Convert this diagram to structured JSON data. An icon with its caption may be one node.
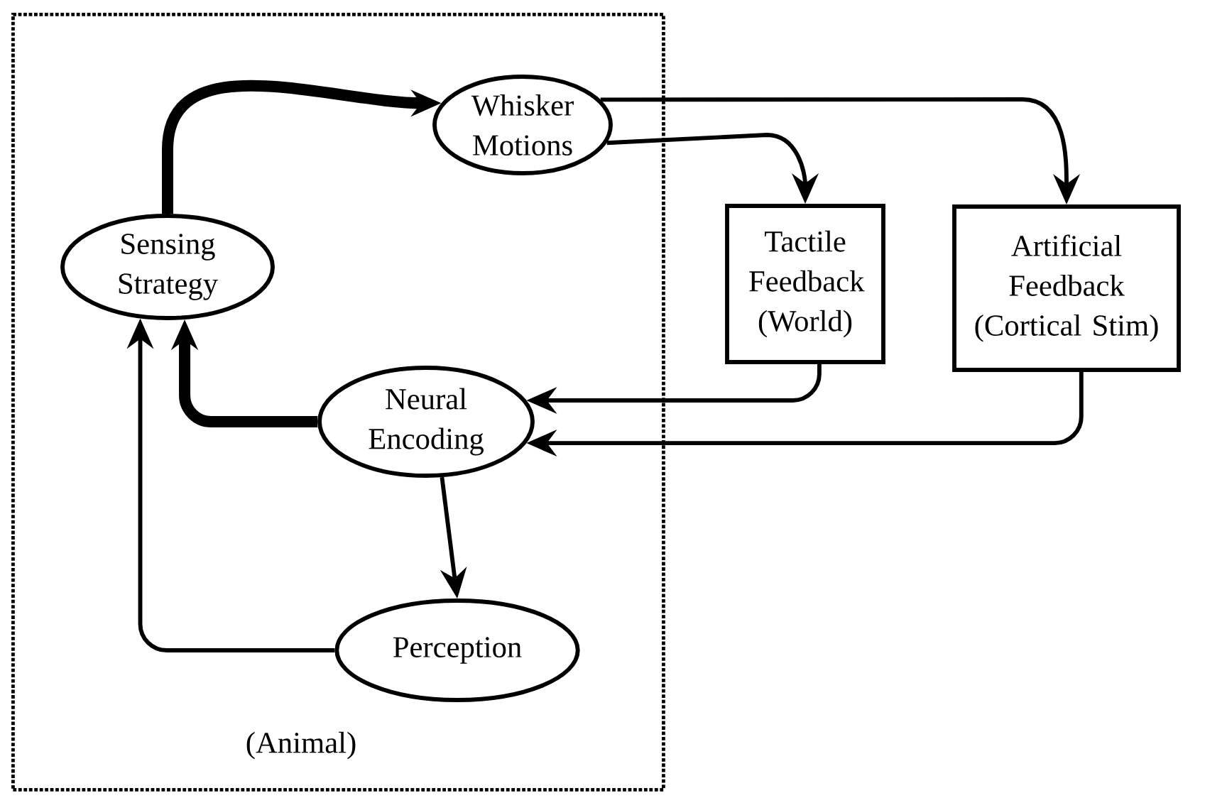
{
  "diagram": {
    "nodes": [
      {
        "text": [
          "(Animal)"
        ]
      },
      {
        "text": [
          "Whisker Motions"
        ],
        "in": 0
      },
      {
        "text": [
          "Sensing Strategy"
        ],
        "in": 0
      },
      {
        "text": [
          "Tactile Feedback (World)"
        ]
      },
      {
        "text": [
          "Artificial Feedback (Cortical Stim)"
        ]
      },
      {
        "text": [
          "Neural Encoding"
        ],
        "in": 0
      },
      {
        "text": [
          "Perception"
        ],
        "in": 0
      }
    ],
    "edges": [
      {
        "from": 2,
        "to": 1,
        "arrow": "to",
        "style": "thick"
      },
      {
        "from": 1,
        "to": 3,
        "arrow": "to"
      },
      {
        "from": 1,
        "to": 4,
        "arrow": "to"
      },
      {
        "from": 3,
        "to": 5,
        "arrow": "to"
      },
      {
        "from": 4,
        "to": 5,
        "arrow": "to"
      },
      {
        "from": 5,
        "to": 2,
        "arrow": "to",
        "style": "thick"
      },
      {
        "from": 5,
        "to": 6,
        "arrow": "to"
      },
      {
        "from": 6,
        "to": 2,
        "arrow": "to"
      }
    ]
  }
}
